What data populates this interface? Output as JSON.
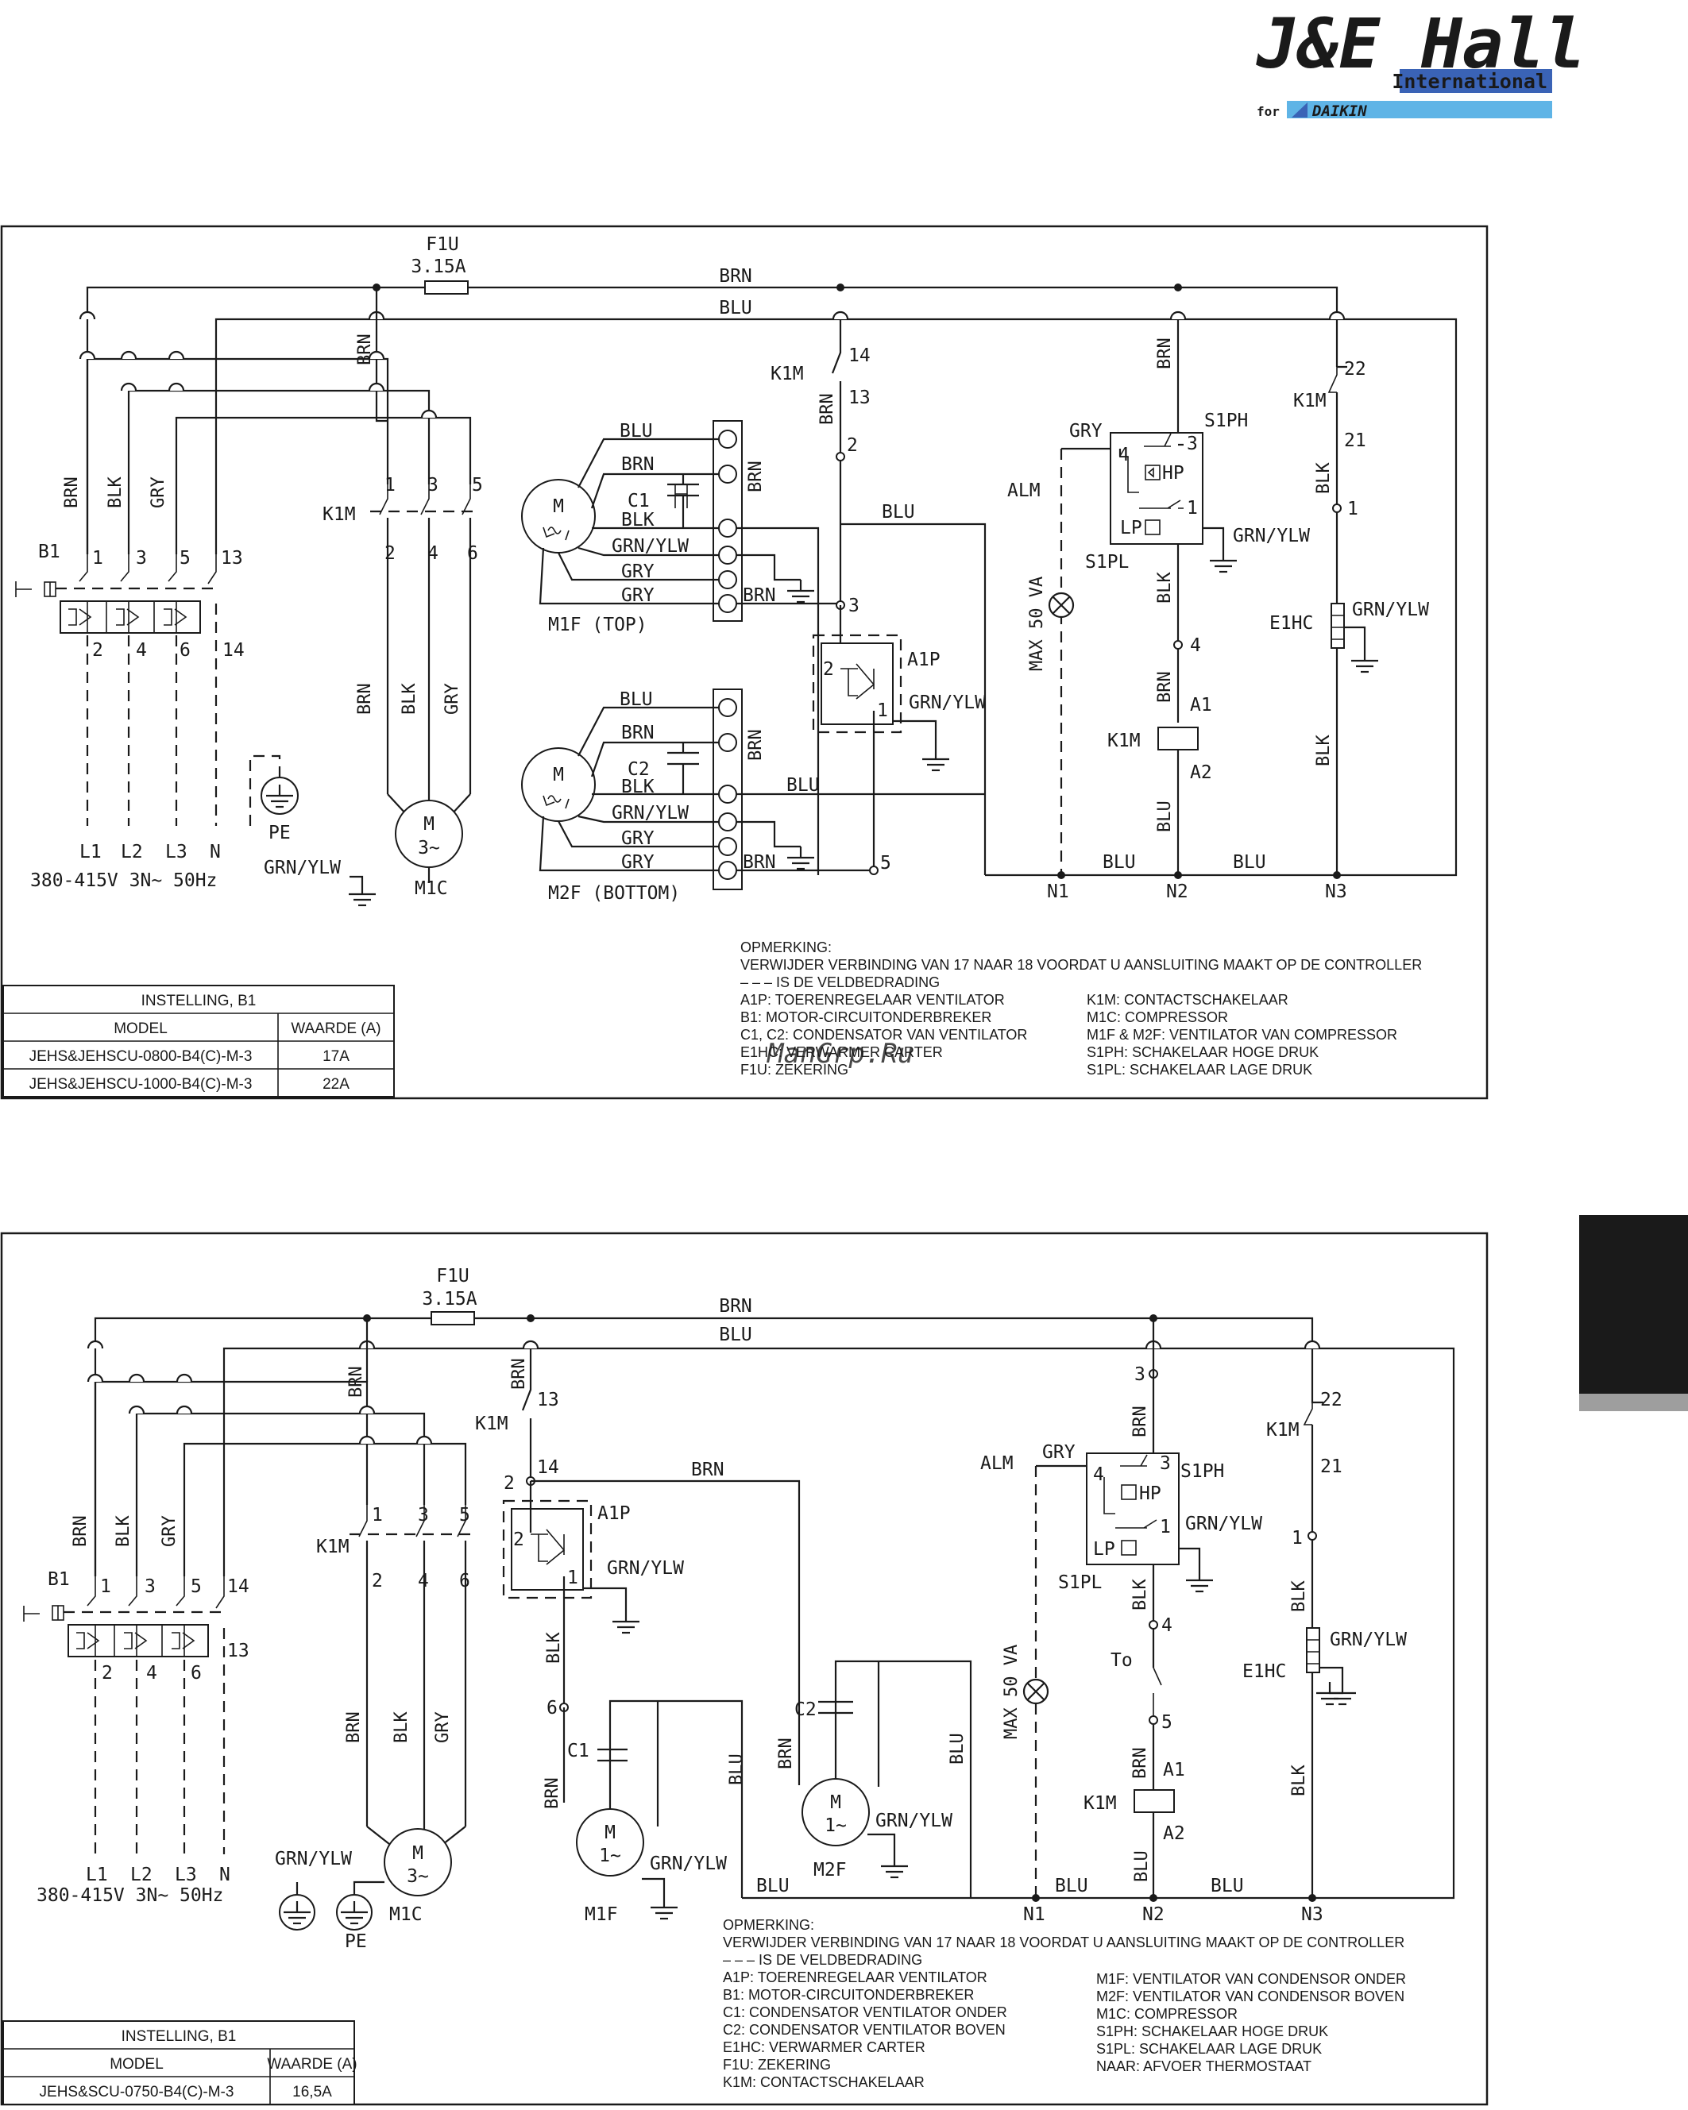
{
  "brand": {
    "line1": "J&E Hall",
    "line2": "International",
    "line3_for": "for",
    "line3_brand": "DAIKIN",
    "primary_color": "#3a63b6",
    "accent_color": "#5fb4e6"
  },
  "watermark": "ManGrp.Ru",
  "side_tab_color": "#1a1a1a",
  "d1": {
    "fuse": {
      "name": "F1U",
      "rating": "3.15A"
    },
    "wires": {
      "brn": "BRN",
      "blu": "BLU",
      "blk": "BLK",
      "gry": "GRY",
      "grnylw": "GRN/YLW"
    },
    "b1": "B1",
    "terms_top": [
      "1",
      "3",
      "5",
      "13"
    ],
    "terms_bot": [
      "2",
      "4",
      "6",
      "14"
    ],
    "k1m": "K1M",
    "k1m_terms_top": [
      "1",
      "3",
      "5"
    ],
    "k1m_terms_bot": [
      "2",
      "4",
      "6"
    ],
    "mains": [
      "L1",
      "L2",
      "L3",
      "N"
    ],
    "supply": "380-415V 3N~ 50Hz",
    "pe": "PE",
    "compressor": "M1C",
    "motor_m": "M",
    "three_phase": "3~",
    "m1f": "M1F (TOP)",
    "m2f": "M2F (BOTTOM)",
    "c1": "C1",
    "c2": "C2",
    "a1p": "A1P",
    "pin_14": "14",
    "pin_13": "13",
    "pin_2": "2",
    "pin_3": "3",
    "pin_5": "5",
    "pin_1": "1",
    "pin_4": "4",
    "pin_22": "22",
    "pin_21": "21",
    "alm": "ALM",
    "max": "MAX 50 VA",
    "s1ph": "S1PH",
    "s1pl": "S1PL",
    "hp": "HP",
    "lp": "LP",
    "a1": "A1",
    "a2": "A2",
    "e1hc": "E1HC",
    "n1": "N1",
    "n2": "N2",
    "n3": "N3",
    "notes_title": "OPMERKING:",
    "notes_line1": "VERWIJDER VERBINDING VAN 17 NAAR 18 VOORDAT U AANSLUITING MAAKT OP DE CONTROLLER",
    "notes_line2": "– – – IS DE VELDBEDRADING",
    "notes_left": [
      "A1P: TOERENREGELAAR VENTILATOR",
      "B1: MOTOR-CIRCUITONDERBREKER",
      "C1, C2: CONDENSATOR VAN VENTILATOR",
      "E1HC: VERWARMER CARTER",
      "F1U: ZEKERING"
    ],
    "notes_right": [
      "K1M: CONTACTSCHAKELAAR",
      "M1C: COMPRESSOR",
      "M1F & M2F: VENTILATOR VAN COMPRESSOR",
      "S1PH: SCHAKELAAR HOGE DRUK",
      "S1PL: SCHAKELAAR LAGE DRUK"
    ],
    "table": {
      "title": "INSTELLING, B1",
      "headers": [
        "MODEL",
        "WAARDE (A)"
      ],
      "rows": [
        [
          "JEHS&JEHSCU-0800-B4(C)-M-3",
          "17A"
        ],
        [
          "JEHS&JEHSCU-1000-B4(C)-M-3",
          "22A"
        ]
      ]
    }
  },
  "d2": {
    "fuse": {
      "name": "F1U",
      "rating": "3.15A"
    },
    "wires": {
      "brn": "BRN",
      "blu": "BLU",
      "blk": "BLK",
      "gry": "GRY",
      "grnylw": "GRN/YLW"
    },
    "b1": "B1",
    "terms_top": [
      "1",
      "3",
      "5",
      "14"
    ],
    "terms_bot": [
      "2",
      "4",
      "6",
      "13"
    ],
    "k1m": "K1M",
    "k1m_terms_top": [
      "1",
      "3",
      "5"
    ],
    "k1m_terms_bot": [
      "2",
      "4",
      "6"
    ],
    "mains": [
      "L1",
      "L2",
      "L3",
      "N"
    ],
    "supply": "380-415V 3N~ 50Hz",
    "pe": "PE",
    "compressor": "M1C",
    "motor_m": "M",
    "three_phase": "3~",
    "one_phase": "1~",
    "m1f": "M1F",
    "m2f": "M2F",
    "c1": "C1",
    "c2": "C2",
    "a1p": "A1P",
    "pin_13": "13",
    "pin_14": "14",
    "pin_2": "2",
    "pin_1": "1",
    "pin_6": "6",
    "pin_3": "3",
    "pin_4": "4",
    "pin_5": "5",
    "pin_22": "22",
    "pin_21": "21",
    "to": "To",
    "alm": "ALM",
    "max": "MAX 50 VA",
    "s1ph": "S1PH",
    "s1pl": "S1PL",
    "hp": "HP",
    "lp": "LP",
    "a1": "A1",
    "a2": "A2",
    "e1hc": "E1HC",
    "n1": "N1",
    "n2": "N2",
    "n3": "N3",
    "notes_title": "OPMERKING:",
    "notes_line1": "VERWIJDER VERBINDING VAN 17 NAAR 18 VOORDAT U AANSLUITING MAAKT OP DE CONTROLLER",
    "notes_line2": "– – – IS DE VELDBEDRADING",
    "notes_left": [
      "A1P: TOERENREGELAAR VENTILATOR",
      "B1: MOTOR-CIRCUITONDERBREKER",
      "C1: CONDENSATOR VENTILATOR ONDER",
      "C2: CONDENSATOR VENTILATOR BOVEN",
      "E1HC: VERWARMER CARTER",
      "F1U: ZEKERING",
      "K1M: CONTACTSCHAKELAAR"
    ],
    "notes_right": [
      "M1F: VENTILATOR VAN CONDENSOR ONDER",
      "M2F: VENTILATOR VAN CONDENSOR BOVEN",
      "M1C: COMPRESSOR",
      "S1PH: SCHAKELAAR HOGE DRUK",
      "S1PL: SCHAKELAAR LAGE DRUK",
      "NAAR: AFVOER THERMOSTAAT"
    ],
    "table": {
      "title": "INSTELLING, B1",
      "headers": [
        "MODEL",
        "WAARDE (A)"
      ],
      "rows": [
        [
          "JEHS&SCU-0750-B4(C)-M-3",
          "16,5A"
        ]
      ]
    }
  }
}
